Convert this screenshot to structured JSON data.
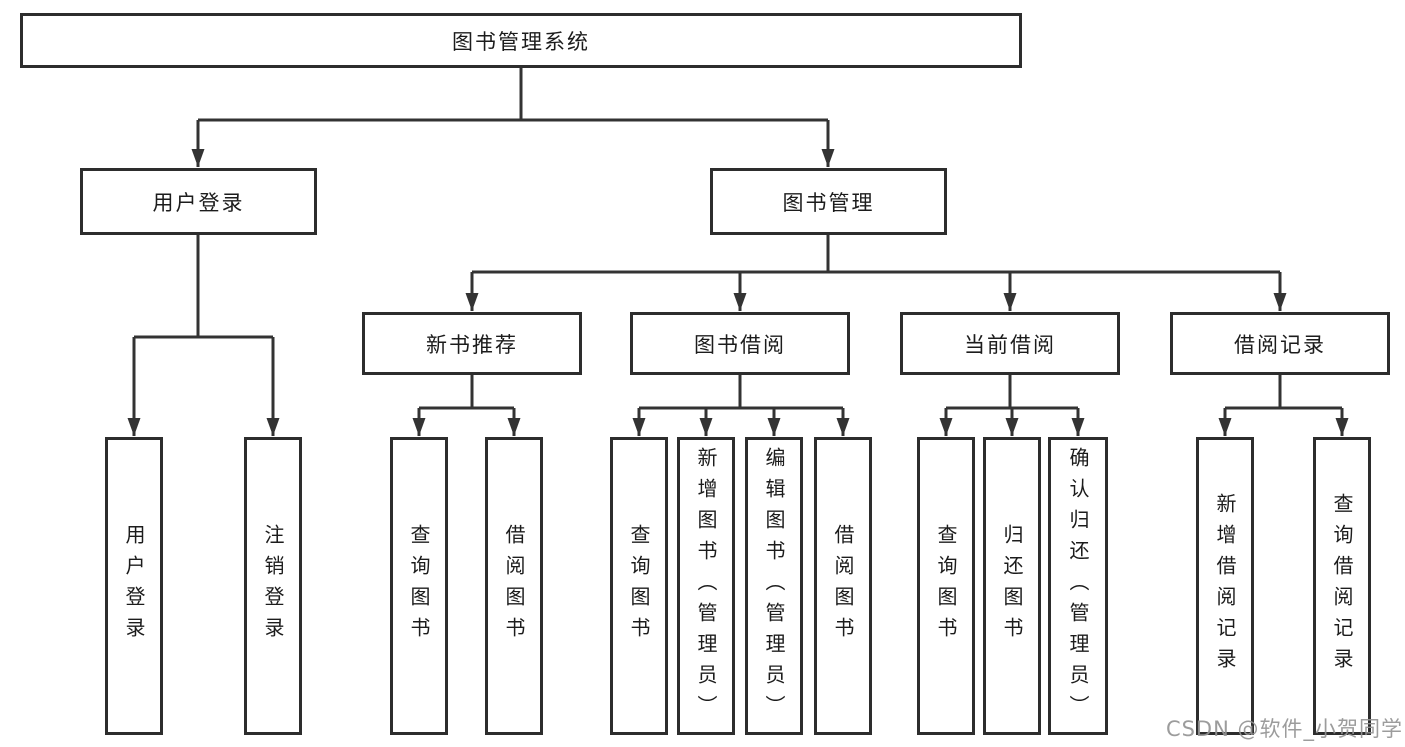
{
  "tree": {
    "label": "图书管理系统",
    "children": [
      {
        "label": "用户登录",
        "children": [
          {
            "label": "用户登录"
          },
          {
            "label": "注销登录"
          }
        ]
      },
      {
        "label": "图书管理",
        "children": [
          {
            "label": "新书推荐",
            "children": [
              {
                "label": "查询图书"
              },
              {
                "label": "借阅图书"
              }
            ]
          },
          {
            "label": "图书借阅",
            "children": [
              {
                "label": "查询图书"
              },
              {
                "label": "新增图书（管理员）"
              },
              {
                "label": "编辑图书（管理员）"
              },
              {
                "label": "借阅图书"
              }
            ]
          },
          {
            "label": "当前借阅",
            "children": [
              {
                "label": "查询图书"
              },
              {
                "label": "归还图书"
              },
              {
                "label": "确认归还（管理员）"
              }
            ]
          },
          {
            "label": "借阅记录",
            "children": [
              {
                "label": "新增借阅记录"
              },
              {
                "label": "查询借阅记录"
              }
            ]
          }
        ]
      }
    ]
  },
  "watermark": "CSDN @软件_小贺同学",
  "colors": {
    "bg": "#ffffff",
    "fill": "#ffffff",
    "border": "#2d2d2d",
    "line": "#333333",
    "text": "#1c1c1c",
    "watermark": "#949494"
  }
}
